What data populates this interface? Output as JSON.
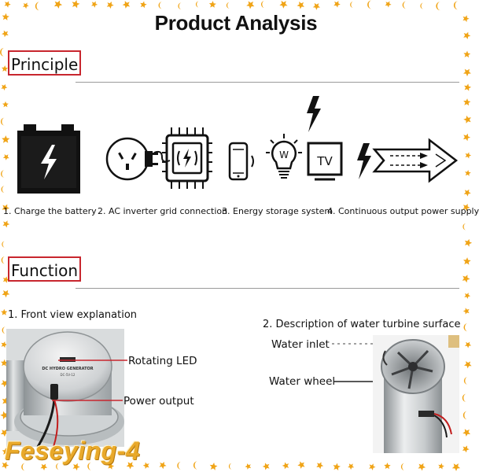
{
  "title": "Product Analysis",
  "principle": {
    "heading": "Principle",
    "steps": [
      "1. Charge the battery",
      "2. AC inverter grid connection",
      "3. Energy storage system",
      "4. Continuous output power supply"
    ],
    "tv_label": "TV",
    "bulb_label": "W"
  },
  "function": {
    "heading": "Function",
    "front_title": "1. Front view explanation",
    "front_labels": {
      "led": "Rotating LED",
      "power": "Power output"
    },
    "device_text": {
      "brand": "DC HYDRO GENERATOR",
      "spec": "DC-5V-12"
    },
    "turbine_title": "2. Description of water turbine surface",
    "turbine_labels": {
      "inlet": "Water inlet",
      "wheel": "Water wheel"
    }
  },
  "watermark": "Feseying-4",
  "colors": {
    "accent_border": "#c8262e",
    "star": "#f0a417",
    "watermark": "#e9a92a"
  }
}
